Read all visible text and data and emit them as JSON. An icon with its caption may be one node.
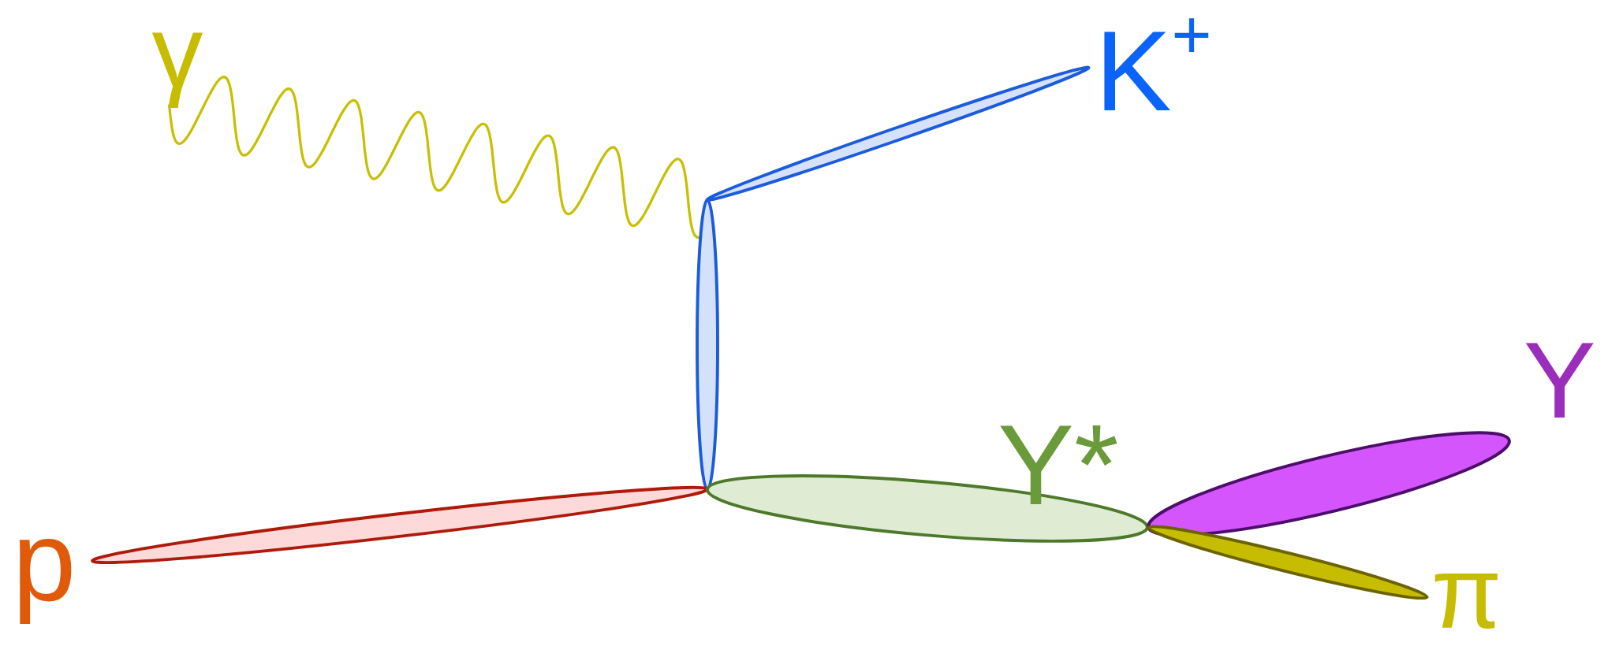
{
  "diagram": {
    "nodes": [
      {
        "text": [
          "γ"
        ]
      },
      {
        "text": [
          "K$^{+}$"
        ]
      },
      {
        "text": [],
        "shape": "ellipse"
      },
      {
        "text": [
          "p"
        ]
      },
      {
        "text": [
          "Y*"
        ]
      },
      {
        "text": [
          "Y"
        ]
      },
      {
        "text": [
          "π"
        ]
      }
    ],
    "edges": [
      {
        "from": 0,
        "to": 2,
        "arrow": "none",
        "color": "#c8bf00"
      }
    ]
  }
}
